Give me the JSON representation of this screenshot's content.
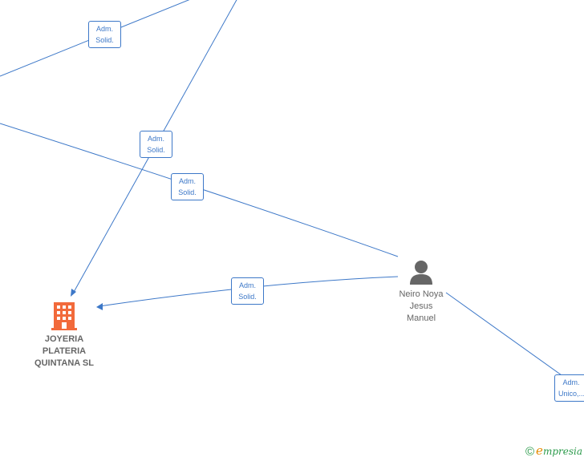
{
  "colors": {
    "edge": "#3d78c8",
    "company_icon": "#f26a3b",
    "person_icon": "#666666"
  },
  "nodes": {
    "company": {
      "name_lines": [
        "JOYERIA",
        "PLATERIA",
        "QUINTANA  SL"
      ],
      "icon": "building-icon"
    },
    "person": {
      "name_lines": [
        "Neiro Noya",
        "Jesus",
        "Manuel"
      ],
      "icon": "person-icon"
    }
  },
  "edge_labels": [
    {
      "line1": "Adm.",
      "line2": "Solid."
    },
    {
      "line1": "Adm.",
      "line2": "Solid."
    },
    {
      "line1": "Adm.",
      "line2": "Solid."
    },
    {
      "line1": "Adm.",
      "line2": "Solid."
    },
    {
      "line1": "Adm.",
      "line2": "Unico,..."
    }
  ],
  "brand": {
    "copyright": "©",
    "first_letter": "e",
    "rest": "mpresia"
  }
}
